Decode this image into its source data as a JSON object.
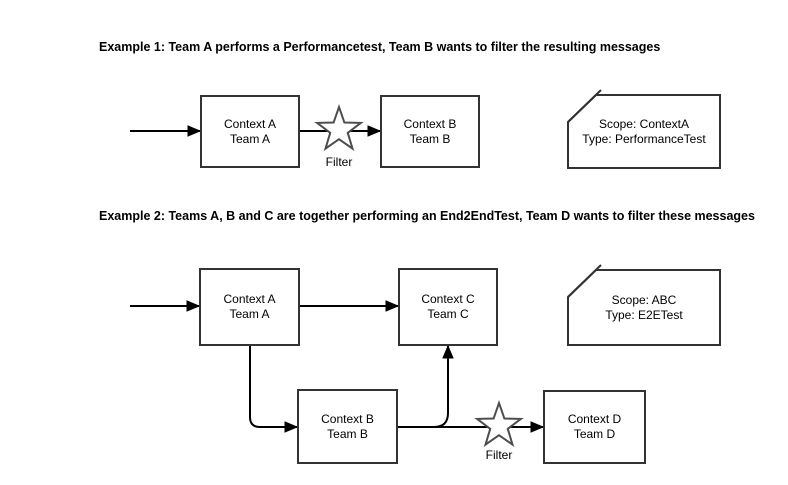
{
  "example1": {
    "title": "Example 1: Team A performs a Performancetest, Team B wants to filter the resulting messages",
    "context_a": "Context A\nTeam A",
    "context_b": "Context B\nTeam B",
    "filter_label": "Filter",
    "card": "Scope: ContextA\nType: PerformanceTest"
  },
  "example2": {
    "title": "Example 2: Teams A, B and C are together performing an End2EndTest, Team D wants to filter these messages",
    "context_a": "Context A\nTeam A",
    "context_b": "Context B\nTeam B",
    "context_c": "Context C\nTeam C",
    "context_d": "Context D\nTeam D",
    "filter_label": "Filter",
    "card": "Scope: ABC\nType: E2ETest"
  },
  "colors": {
    "background": "#ffffff",
    "box_border": "#333333",
    "card_border": "#333333",
    "line": "#000000",
    "star_border": "#4d4d4d",
    "text": "#000000"
  }
}
